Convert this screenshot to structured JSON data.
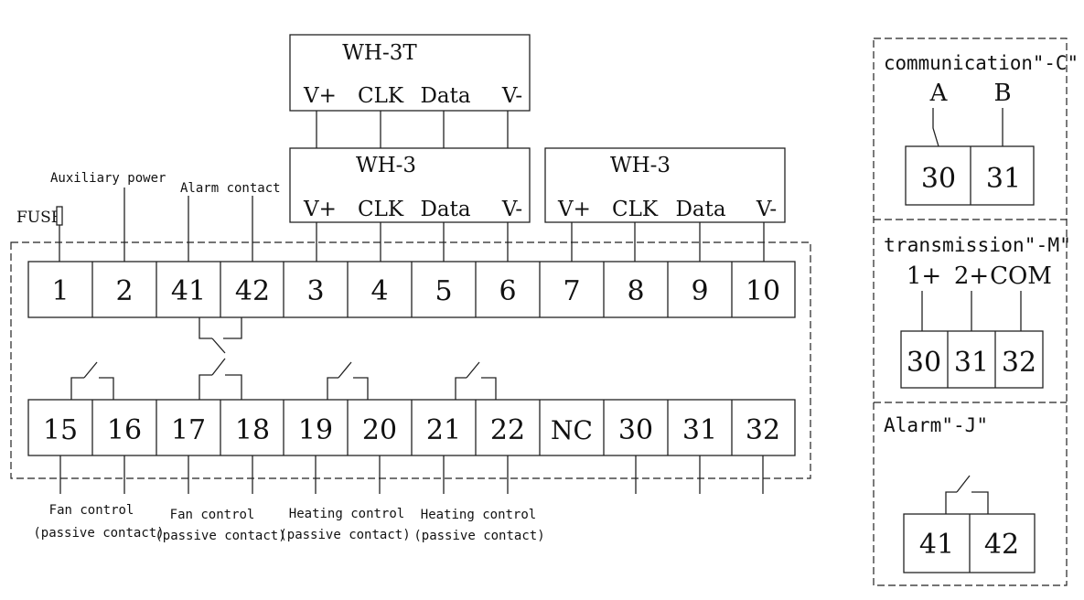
{
  "modules": [
    {
      "id": "wh3t",
      "title": "WH-3T",
      "pins": [
        "V+",
        "CLK",
        "Data",
        "V-"
      ]
    },
    {
      "id": "wh3a",
      "title": "WH-3",
      "pins": [
        "V+",
        "CLK",
        "Data",
        "V-"
      ]
    },
    {
      "id": "wh3b",
      "title": "WH-3",
      "pins": [
        "V+",
        "CLK",
        "Data",
        "V-"
      ]
    }
  ],
  "labels": {
    "fuse": "FUSE",
    "aux_power": "Auxiliary power",
    "alarm_contact": "Alarm contact"
  },
  "top_row": [
    "1",
    "2",
    "41",
    "42",
    "3",
    "4",
    "5",
    "6",
    "7",
    "8",
    "9",
    "10"
  ],
  "bottom_row": [
    "15",
    "16",
    "17",
    "18",
    "19",
    "20",
    "21",
    "22",
    "NC",
    "30",
    "31",
    "32"
  ],
  "bottom_labels": [
    {
      "line1": "Fan control",
      "line2": "(passive contact)"
    },
    {
      "line1": "Fan control",
      "line2": "(passive contact)"
    },
    {
      "line1": "Heating control",
      "line2": "(passive contact)"
    },
    {
      "line1": "Heating control",
      "line2": "(passive contact)"
    }
  ],
  "options": {
    "communication": {
      "title": "communication\"-C\"",
      "signals": [
        "A",
        "B"
      ],
      "terminals": [
        "30",
        "31"
      ]
    },
    "transmission": {
      "title": "transmission\"-M\"",
      "signals": [
        "1+",
        "2+",
        "COM"
      ],
      "terminals": [
        "30",
        "31",
        "32"
      ]
    },
    "alarm": {
      "title": "Alarm\"-J\"",
      "terminals": [
        "41",
        "42"
      ]
    }
  }
}
